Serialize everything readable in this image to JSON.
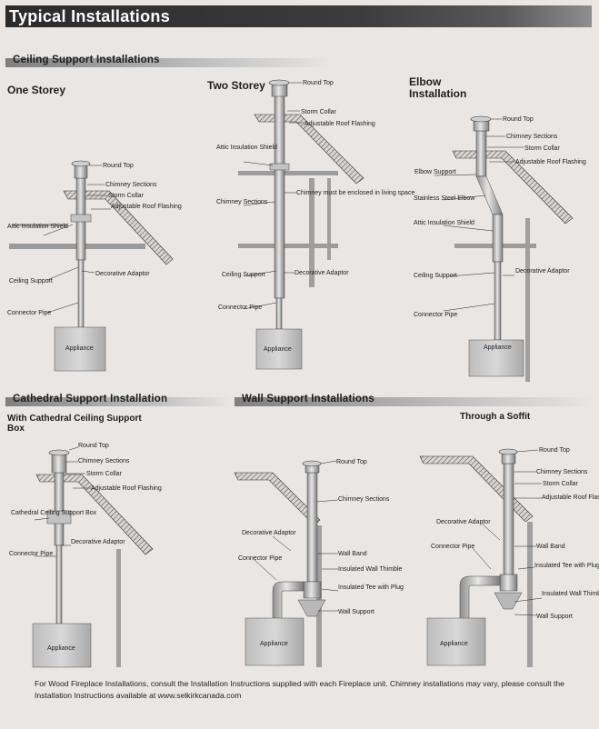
{
  "title": "Typical Installations",
  "sections": {
    "ceiling": "Ceiling Support Installations",
    "cathedral": "Cathedral Support Installation",
    "wall": "Wall Support Installations"
  },
  "subtitles": {
    "one_storey": "One Storey",
    "two_storey": "Two Storey",
    "elbow": "Elbow Installation",
    "cathedral_box": "With Cathedral Ceiling Support Box",
    "soffit": "Through a Soffit"
  },
  "labels": {
    "round_top": "Round Top",
    "chimney_sections": "Chimney Sections",
    "storm_collar": "Storm Collar",
    "adjustable_roof_flashing": "Adjustable Roof Flashing",
    "attic_insulation_shield": "Attic Insulation Shield",
    "ceiling_support": "Ceiling Support",
    "decorative_adaptor": "Decorative Adaptor",
    "connector_pipe": "Connector Pipe",
    "appliance": "Appliance",
    "enclosed_note": "Chimney must be enclosed in living space",
    "elbow_support": "Elbow Support",
    "stainless_steel_elbow": "Stainless Steel Elbow",
    "cathedral_ceiling_support_box": "Cathedral Ceiling Support Box",
    "wall_band": "Wall Band",
    "insulated_wall_thimble": "Insulated Wall Thimble",
    "insulated_tee_with_plug": "Insulated Tee with Plug",
    "wall_support": "Wall Support"
  },
  "footer": "For Wood Fireplace Installations, consult the Installation Instructions supplied with each Fireplace unit. Chimney installations may vary, please consult the Installation Instructions available at www.selkirkcanada.com",
  "colors": {
    "title_bar": "#2b2b2b",
    "section_bar": "#8a8a8a",
    "page": "#e9e6e3"
  }
}
